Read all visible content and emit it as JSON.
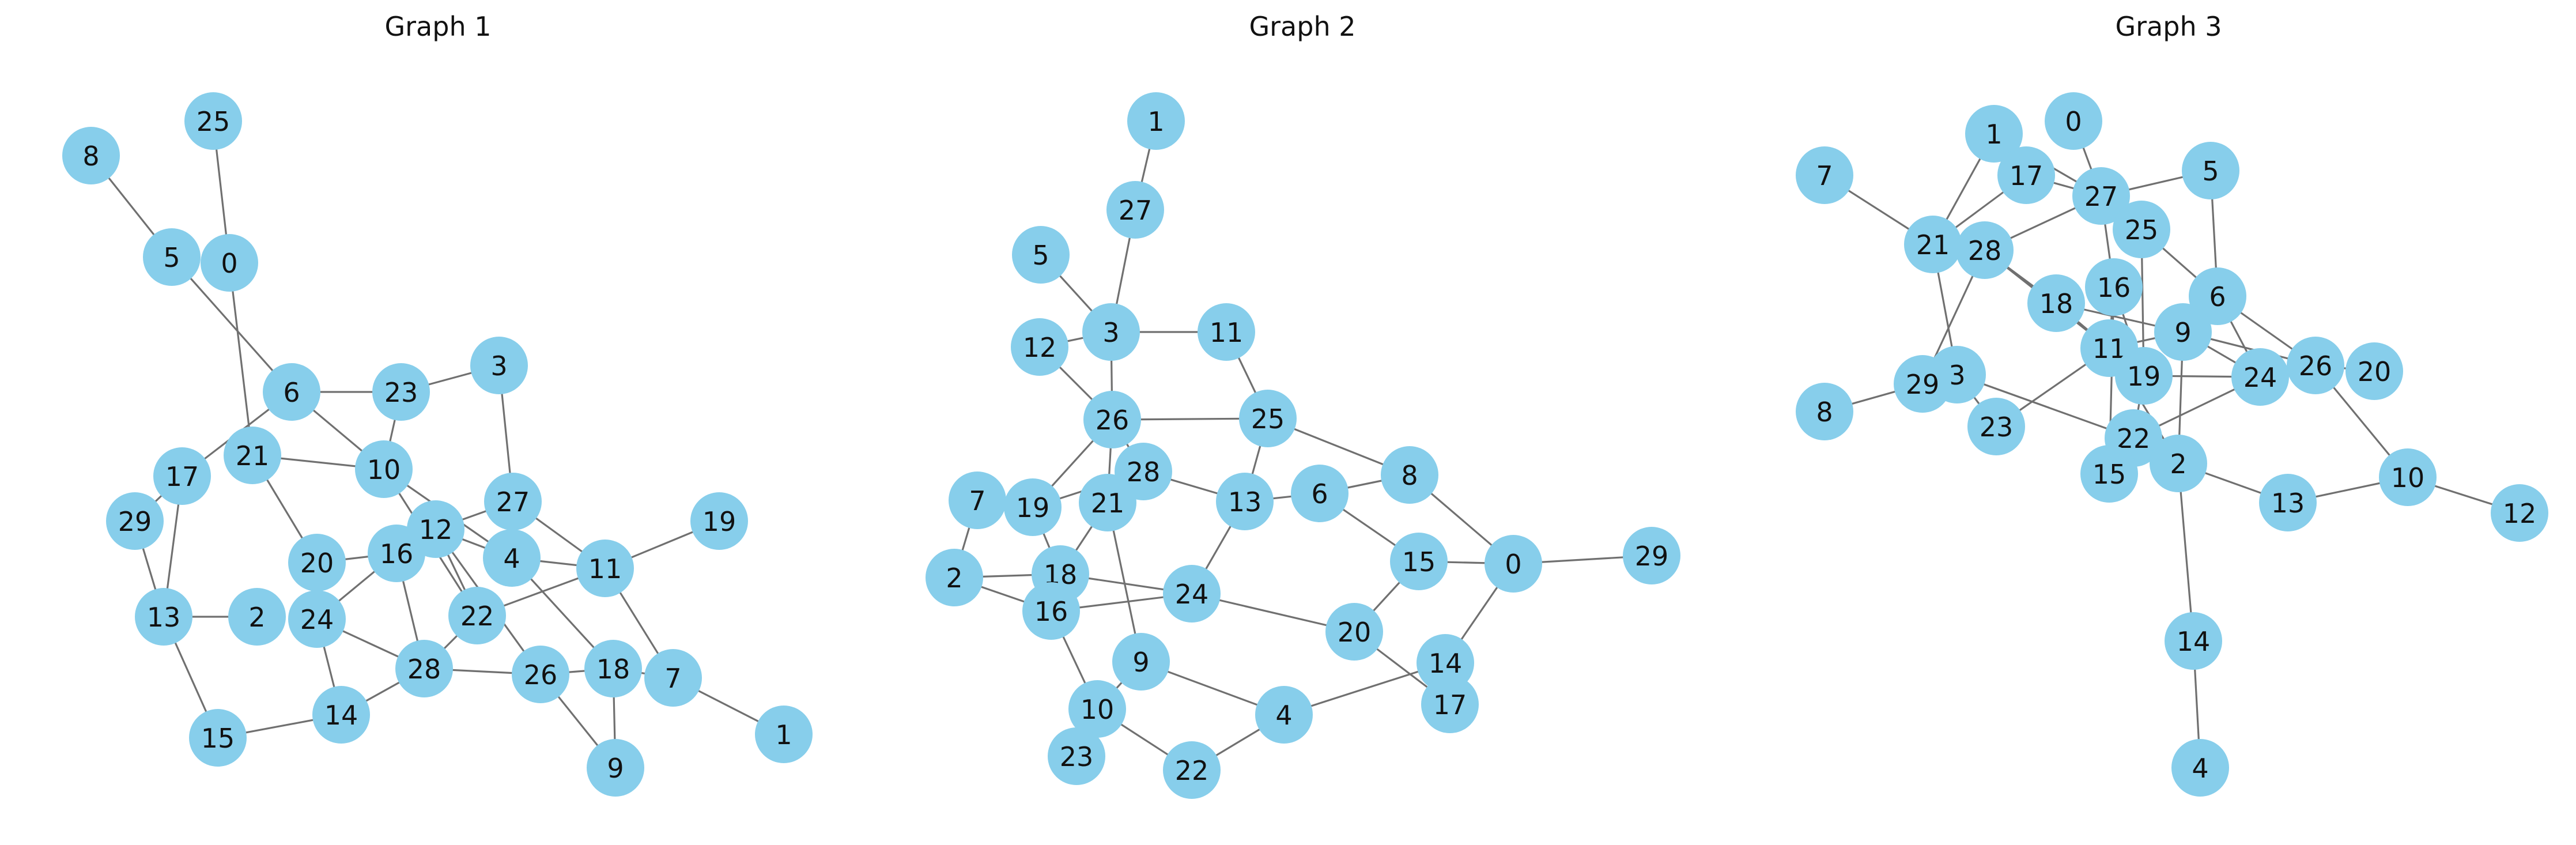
{
  "colors": {
    "node_fill": "#87ceeb",
    "edge": "#707070",
    "label": "#111111",
    "background": "#ffffff"
  },
  "graphs": [
    {
      "title": "Graph 1",
      "nodes": [
        {
          "id": "25",
          "label": "25"
        },
        {
          "id": "8",
          "label": "8"
        },
        {
          "id": "5",
          "label": "5"
        },
        {
          "id": "0",
          "label": "0"
        },
        {
          "id": "3",
          "label": "3"
        },
        {
          "id": "6",
          "label": "6"
        },
        {
          "id": "23",
          "label": "23"
        },
        {
          "id": "21",
          "label": "21"
        },
        {
          "id": "17",
          "label": "17"
        },
        {
          "id": "10",
          "label": "10"
        },
        {
          "id": "27",
          "label": "27"
        },
        {
          "id": "19",
          "label": "19"
        },
        {
          "id": "29",
          "label": "29"
        },
        {
          "id": "12",
          "label": "12"
        },
        {
          "id": "20",
          "label": "20"
        },
        {
          "id": "16",
          "label": "16"
        },
        {
          "id": "4",
          "label": "4"
        },
        {
          "id": "11",
          "label": "11"
        },
        {
          "id": "13",
          "label": "13"
        },
        {
          "id": "2",
          "label": "2"
        },
        {
          "id": "24",
          "label": "24"
        },
        {
          "id": "22",
          "label": "22"
        },
        {
          "id": "28",
          "label": "28"
        },
        {
          "id": "26",
          "label": "26"
        },
        {
          "id": "18",
          "label": "18"
        },
        {
          "id": "7",
          "label": "7"
        },
        {
          "id": "1",
          "label": "1"
        },
        {
          "id": "14",
          "label": "14"
        },
        {
          "id": "15",
          "label": "15"
        },
        {
          "id": "9",
          "label": "9"
        }
      ],
      "edges": [
        [
          "8",
          "5"
        ],
        [
          "25",
          "0"
        ],
        [
          "5",
          "6"
        ],
        [
          "0",
          "21"
        ],
        [
          "6",
          "23"
        ],
        [
          "6",
          "10"
        ],
        [
          "6",
          "17"
        ],
        [
          "23",
          "3"
        ],
        [
          "23",
          "10"
        ],
        [
          "3",
          "27"
        ],
        [
          "21",
          "10"
        ],
        [
          "21",
          "20"
        ],
        [
          "17",
          "13"
        ],
        [
          "17",
          "29"
        ],
        [
          "29",
          "13"
        ],
        [
          "13",
          "2"
        ],
        [
          "13",
          "15"
        ],
        [
          "10",
          "4"
        ],
        [
          "10",
          "22"
        ],
        [
          "27",
          "12"
        ],
        [
          "27",
          "11"
        ],
        [
          "12",
          "16"
        ],
        [
          "12",
          "4"
        ],
        [
          "12",
          "22"
        ],
        [
          "12",
          "26"
        ],
        [
          "20",
          "16"
        ],
        [
          "16",
          "24"
        ],
        [
          "16",
          "28"
        ],
        [
          "4",
          "11"
        ],
        [
          "4",
          "18"
        ],
        [
          "11",
          "19"
        ],
        [
          "11",
          "22"
        ],
        [
          "11",
          "7"
        ],
        [
          "24",
          "28"
        ],
        [
          "24",
          "14"
        ],
        [
          "22",
          "28"
        ],
        [
          "28",
          "26"
        ],
        [
          "26",
          "18"
        ],
        [
          "26",
          "9"
        ],
        [
          "18",
          "7"
        ],
        [
          "18",
          "9"
        ],
        [
          "7",
          "1"
        ],
        [
          "14",
          "15"
        ],
        [
          "14",
          "28"
        ]
      ]
    },
    {
      "title": "Graph 2",
      "nodes": [
        {
          "id": "1",
          "label": "1"
        },
        {
          "id": "27",
          "label": "27"
        },
        {
          "id": "5",
          "label": "5"
        },
        {
          "id": "3",
          "label": "3"
        },
        {
          "id": "11",
          "label": "11"
        },
        {
          "id": "12",
          "label": "12"
        },
        {
          "id": "26",
          "label": "26"
        },
        {
          "id": "25",
          "label": "25"
        },
        {
          "id": "28",
          "label": "28"
        },
        {
          "id": "8",
          "label": "8"
        },
        {
          "id": "7",
          "label": "7"
        },
        {
          "id": "19",
          "label": "19"
        },
        {
          "id": "21",
          "label": "21"
        },
        {
          "id": "13",
          "label": "13"
        },
        {
          "id": "6",
          "label": "6"
        },
        {
          "id": "15",
          "label": "15"
        },
        {
          "id": "0",
          "label": "0"
        },
        {
          "id": "29",
          "label": "29"
        },
        {
          "id": "2",
          "label": "2"
        },
        {
          "id": "18",
          "label": "18"
        },
        {
          "id": "16",
          "label": "16"
        },
        {
          "id": "24",
          "label": "24"
        },
        {
          "id": "20",
          "label": "20"
        },
        {
          "id": "9",
          "label": "9"
        },
        {
          "id": "14",
          "label": "14"
        },
        {
          "id": "10",
          "label": "10"
        },
        {
          "id": "17",
          "label": "17"
        },
        {
          "id": "4",
          "label": "4"
        },
        {
          "id": "23",
          "label": "23"
        },
        {
          "id": "22",
          "label": "22"
        }
      ],
      "edges": [
        [
          "1",
          "27"
        ],
        [
          "27",
          "3"
        ],
        [
          "5",
          "3"
        ],
        [
          "12",
          "3"
        ],
        [
          "3",
          "11"
        ],
        [
          "3",
          "26"
        ],
        [
          "12",
          "26"
        ],
        [
          "11",
          "25"
        ],
        [
          "26",
          "25"
        ],
        [
          "26",
          "19"
        ],
        [
          "26",
          "21"
        ],
        [
          "26",
          "28"
        ],
        [
          "25",
          "13"
        ],
        [
          "25",
          "8"
        ],
        [
          "28",
          "13"
        ],
        [
          "28",
          "19"
        ],
        [
          "21",
          "18"
        ],
        [
          "21",
          "9"
        ],
        [
          "8",
          "6"
        ],
        [
          "8",
          "0"
        ],
        [
          "6",
          "13"
        ],
        [
          "6",
          "15"
        ],
        [
          "13",
          "24"
        ],
        [
          "15",
          "0"
        ],
        [
          "15",
          "20"
        ],
        [
          "0",
          "29"
        ],
        [
          "0",
          "14"
        ],
        [
          "7",
          "2"
        ],
        [
          "2",
          "18"
        ],
        [
          "2",
          "16"
        ],
        [
          "19",
          "18"
        ],
        [
          "18",
          "24"
        ],
        [
          "16",
          "24"
        ],
        [
          "16",
          "10"
        ],
        [
          "24",
          "20"
        ],
        [
          "20",
          "17"
        ],
        [
          "9",
          "10"
        ],
        [
          "9",
          "4"
        ],
        [
          "10",
          "23"
        ],
        [
          "10",
          "22"
        ],
        [
          "22",
          "4"
        ],
        [
          "4",
          "14"
        ]
      ]
    },
    {
      "title": "Graph 3",
      "nodes": [
        {
          "id": "0",
          "label": "0"
        },
        {
          "id": "1",
          "label": "1"
        },
        {
          "id": "7",
          "label": "7"
        },
        {
          "id": "17",
          "label": "17"
        },
        {
          "id": "27",
          "label": "27"
        },
        {
          "id": "5",
          "label": "5"
        },
        {
          "id": "25",
          "label": "25"
        },
        {
          "id": "21",
          "label": "21"
        },
        {
          "id": "28",
          "label": "28"
        },
        {
          "id": "16",
          "label": "16"
        },
        {
          "id": "6",
          "label": "6"
        },
        {
          "id": "18",
          "label": "18"
        },
        {
          "id": "9",
          "label": "9"
        },
        {
          "id": "11",
          "label": "11"
        },
        {
          "id": "26",
          "label": "26"
        },
        {
          "id": "20",
          "label": "20"
        },
        {
          "id": "24",
          "label": "24"
        },
        {
          "id": "3",
          "label": "3"
        },
        {
          "id": "29",
          "label": "29"
        },
        {
          "id": "19",
          "label": "19"
        },
        {
          "id": "8",
          "label": "8"
        },
        {
          "id": "23",
          "label": "23"
        },
        {
          "id": "22",
          "label": "22"
        },
        {
          "id": "2",
          "label": "2"
        },
        {
          "id": "15",
          "label": "15"
        },
        {
          "id": "10",
          "label": "10"
        },
        {
          "id": "13",
          "label": "13"
        },
        {
          "id": "12",
          "label": "12"
        },
        {
          "id": "14",
          "label": "14"
        },
        {
          "id": "4",
          "label": "4"
        }
      ],
      "edges": [
        [
          "0",
          "27"
        ],
        [
          "1",
          "21"
        ],
        [
          "1",
          "27"
        ],
        [
          "7",
          "21"
        ],
        [
          "17",
          "21"
        ],
        [
          "17",
          "27"
        ],
        [
          "27",
          "5"
        ],
        [
          "27",
          "28"
        ],
        [
          "27",
          "25"
        ],
        [
          "27",
          "16"
        ],
        [
          "5",
          "6"
        ],
        [
          "25",
          "6"
        ],
        [
          "25",
          "19"
        ],
        [
          "21",
          "28"
        ],
        [
          "21",
          "3"
        ],
        [
          "28",
          "29"
        ],
        [
          "28",
          "18"
        ],
        [
          "28",
          "11"
        ],
        [
          "16",
          "11"
        ],
        [
          "16",
          "19"
        ],
        [
          "18",
          "9"
        ],
        [
          "18",
          "11"
        ],
        [
          "9",
          "11"
        ],
        [
          "9",
          "2"
        ],
        [
          "9",
          "24"
        ],
        [
          "9",
          "26"
        ],
        [
          "6",
          "24"
        ],
        [
          "6",
          "26"
        ],
        [
          "6",
          "9"
        ],
        [
          "26",
          "20"
        ],
        [
          "26",
          "10"
        ],
        [
          "11",
          "23"
        ],
        [
          "11",
          "2"
        ],
        [
          "19",
          "22"
        ],
        [
          "19",
          "24"
        ],
        [
          "29",
          "3"
        ],
        [
          "29",
          "8"
        ],
        [
          "3",
          "23"
        ],
        [
          "3",
          "22"
        ],
        [
          "22",
          "15"
        ],
        [
          "22",
          "2"
        ],
        [
          "15",
          "16"
        ],
        [
          "2",
          "13"
        ],
        [
          "2",
          "14"
        ],
        [
          "13",
          "10"
        ],
        [
          "10",
          "12"
        ],
        [
          "14",
          "4"
        ],
        [
          "24",
          "22"
        ]
      ]
    }
  ]
}
